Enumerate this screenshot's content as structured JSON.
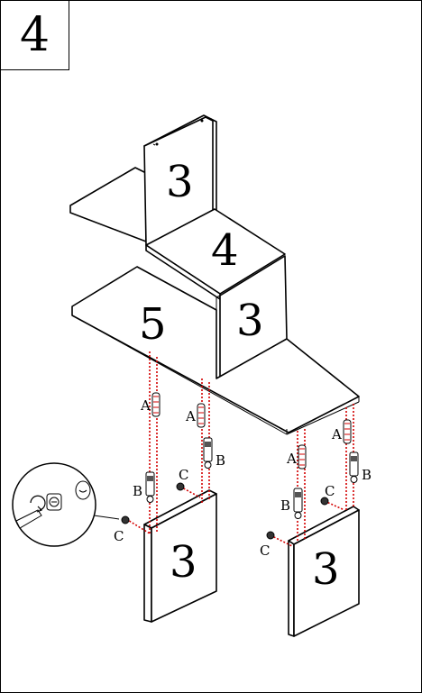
{
  "step": {
    "number": "4"
  },
  "panels": {
    "back_upright": "3",
    "middle_shelf": "4",
    "center_upright": "3",
    "lower_left_shelf": "5",
    "bottom_left_upright": "3",
    "bottom_right_upright": "3"
  },
  "hardware": {
    "a_label": "A",
    "b_label": "B",
    "c_label": "C"
  },
  "colors": {
    "guide_line": "#d40000",
    "line": "#000000"
  },
  "icons": [
    "cam-lock-turn-icon",
    "screwdriver-icon"
  ]
}
